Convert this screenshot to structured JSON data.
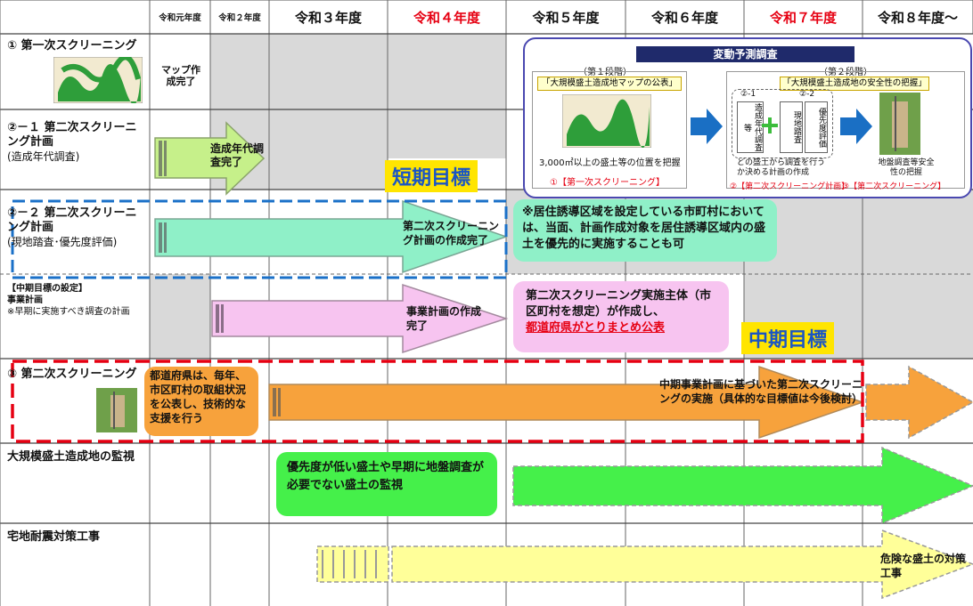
{
  "header": {
    "years": [
      "令和元年度",
      "令和２年度",
      "令和３年度",
      "令和４年度",
      "令和５年度",
      "令和６年度",
      "令和７年度",
      "令和８年度～"
    ]
  },
  "rows": {
    "r1": {
      "title": "① 第一次スクリーニング"
    },
    "r2": {
      "title": "②－１ 第二次スクリーニング計画",
      "sub": "(造成年代調査)"
    },
    "r3": {
      "title": "②－２ 第二次スクリーニング計画",
      "sub": "(現地踏査･優先度評価)"
    },
    "r4": {
      "title": "【中期目標の設定】",
      "title2": "事業計画",
      "sub": "※早期に実施すべき調査の計画"
    },
    "r5": {
      "title": "③ 第二次スクリーニング"
    },
    "r6": {
      "title": "大規模盛土造成地の監視"
    },
    "r7": {
      "title": "宅地耐震対策工事"
    }
  },
  "notes": {
    "map_done": "マップ作成完了",
    "age_done": "造成年代調査完了",
    "plan_done": "第二次スクリーニング計画の作成完了",
    "biz_done": "事業計画の作成完了",
    "pref": "都道府県は、毎年、市区町村の取組状況を公表し、技術的な支援を行う",
    "mid_impl": "中期事業計画に基づいた第二次スクリーニングの実施（具体的な目標値は今後検討）",
    "monitor": "優先度が低い盛土や早期に地盤調査が必要でない盛土の監視",
    "danger": "危険な盛土の対策工事",
    "residence": "※居住誘導区域を設定している市町村においては、当面、計画作成対象を居住誘導区域内の盛土を優先的に実施することも可",
    "entity1": "第二次スクリーニング実施主体（市区町村を想定）が作成し、",
    "entity2": "都道府県がとりまとめ公表"
  },
  "goals": {
    "short": "短期目標",
    "mid": "中期目標"
  },
  "inset": {
    "title": "変動予測調査",
    "stage1": "（第１段階）",
    "stage1_box": "「大規模盛土造成地マップの公表」",
    "stage1_cap": "3,000㎡以上の盛土等の位置を把握",
    "stage1_lbl": "①【第一次スクリーニング】",
    "stage2": "（第２段階）",
    "stage2_box": "「大規模盛土造成地の安全性の把握」",
    "s21": "②-1",
    "s22": "②-2",
    "v1": "造成年代調査等",
    "v2": "現地踏査",
    "v3": "優先度評価",
    "stage2_cap1": "どの盛土から調査を行うか決める計画の作成",
    "stage2_lbl": "②【第二次スクリーニング計画】",
    "stage3_cap": "地盤調査等安全性の把握",
    "stage3_lbl": "③【第二次スクリーニング】"
  },
  "colors": {
    "accent_red": "#e60012",
    "goal_yellow": "#ffe500",
    "goal_blue": "#1a55c4",
    "arrow_green": "#c6f08a",
    "arrow_teal": "#8ff0c8",
    "arrow_pink": "#f7c4f0",
    "arrow_orange": "#f7a23c",
    "arrow_bright_green": "#45f04a",
    "arrow_yellow": "#ffff99"
  }
}
